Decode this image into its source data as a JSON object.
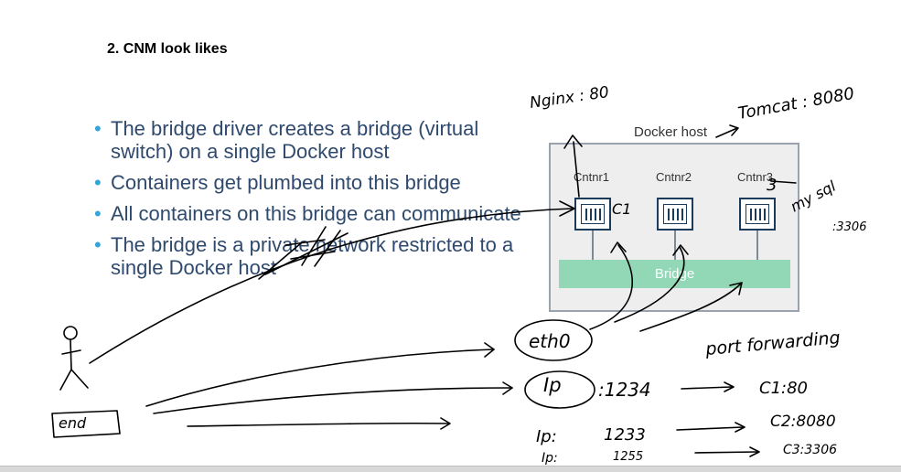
{
  "heading": "2.   CNM look likes",
  "bullets": [
    "The bridge driver creates a bridge (virtual switch) on a single Docker host",
    "Containers get plumbed into this bridge",
    "All containers on this bridge can communicate",
    "The bridge is a private network restricted to a single Docker host"
  ],
  "diagram": {
    "host_label": "Docker host",
    "containers": [
      "Cntnr1",
      "Cntnr2",
      "Cntnr3"
    ],
    "bridge_label": "Bridge"
  },
  "annotations": {
    "nginx": "Nginx : 80",
    "tomcat": "Tomcat : 8080",
    "mysql": "my sql",
    "mysql_port": ":3306",
    "c1": "C1",
    "three": "3",
    "eth0": "eth0",
    "port_forwarding": "port forwarding",
    "ip": "Ip",
    "ip_port_1": ":1234",
    "ip_port_2_label": "Ip:",
    "ip_port_2": "1233",
    "ip_port_3_label": "Ip:",
    "ip_port_3": "1255",
    "map_1": "C1:80",
    "map_2": "C2:8080",
    "map_3": "C3:3306",
    "end": "end"
  }
}
